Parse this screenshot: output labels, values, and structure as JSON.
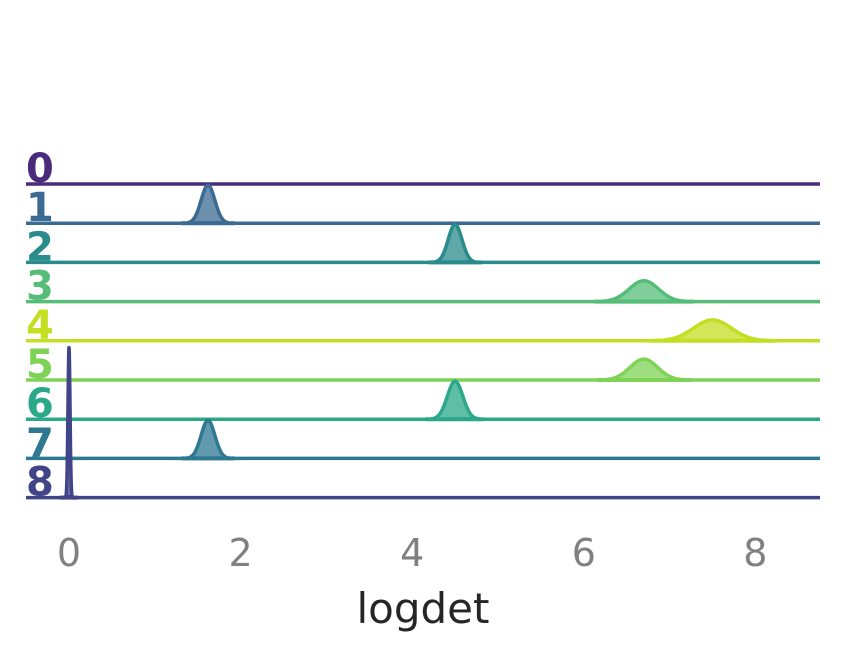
{
  "chart_data": {
    "type": "ridgeline",
    "xlabel": "logdet",
    "xticks": [
      "0",
      "2",
      "4",
      "6",
      "8"
    ],
    "xlim": [
      -0.5,
      8.8
    ],
    "grid": false,
    "legend": "none",
    "rows": [
      {
        "label": "0",
        "color": "#4a2a7a",
        "peak_x": null,
        "spread": 0
      },
      {
        "label": "1",
        "color": "#3b6a93",
        "peak_x": 1.62,
        "spread": 0.08
      },
      {
        "label": "2",
        "color": "#2a8b8b",
        "peak_x": 4.5,
        "spread": 0.08
      },
      {
        "label": "3",
        "color": "#56bd79",
        "peak_x": 6.7,
        "spread": 0.17
      },
      {
        "label": "4",
        "color": "#c2df22",
        "peak_x": 7.5,
        "spread": 0.22
      },
      {
        "label": "5",
        "color": "#7ed357",
        "peak_x": 6.7,
        "spread": 0.16
      },
      {
        "label": "6",
        "color": "#2ba88a",
        "peak_x": 4.5,
        "spread": 0.09
      },
      {
        "label": "7",
        "color": "#2e7891",
        "peak_x": 1.62,
        "spread": 0.08
      },
      {
        "label": "8",
        "color": "#414487",
        "peak_x": 0.0,
        "spread": 0.012
      }
    ]
  }
}
